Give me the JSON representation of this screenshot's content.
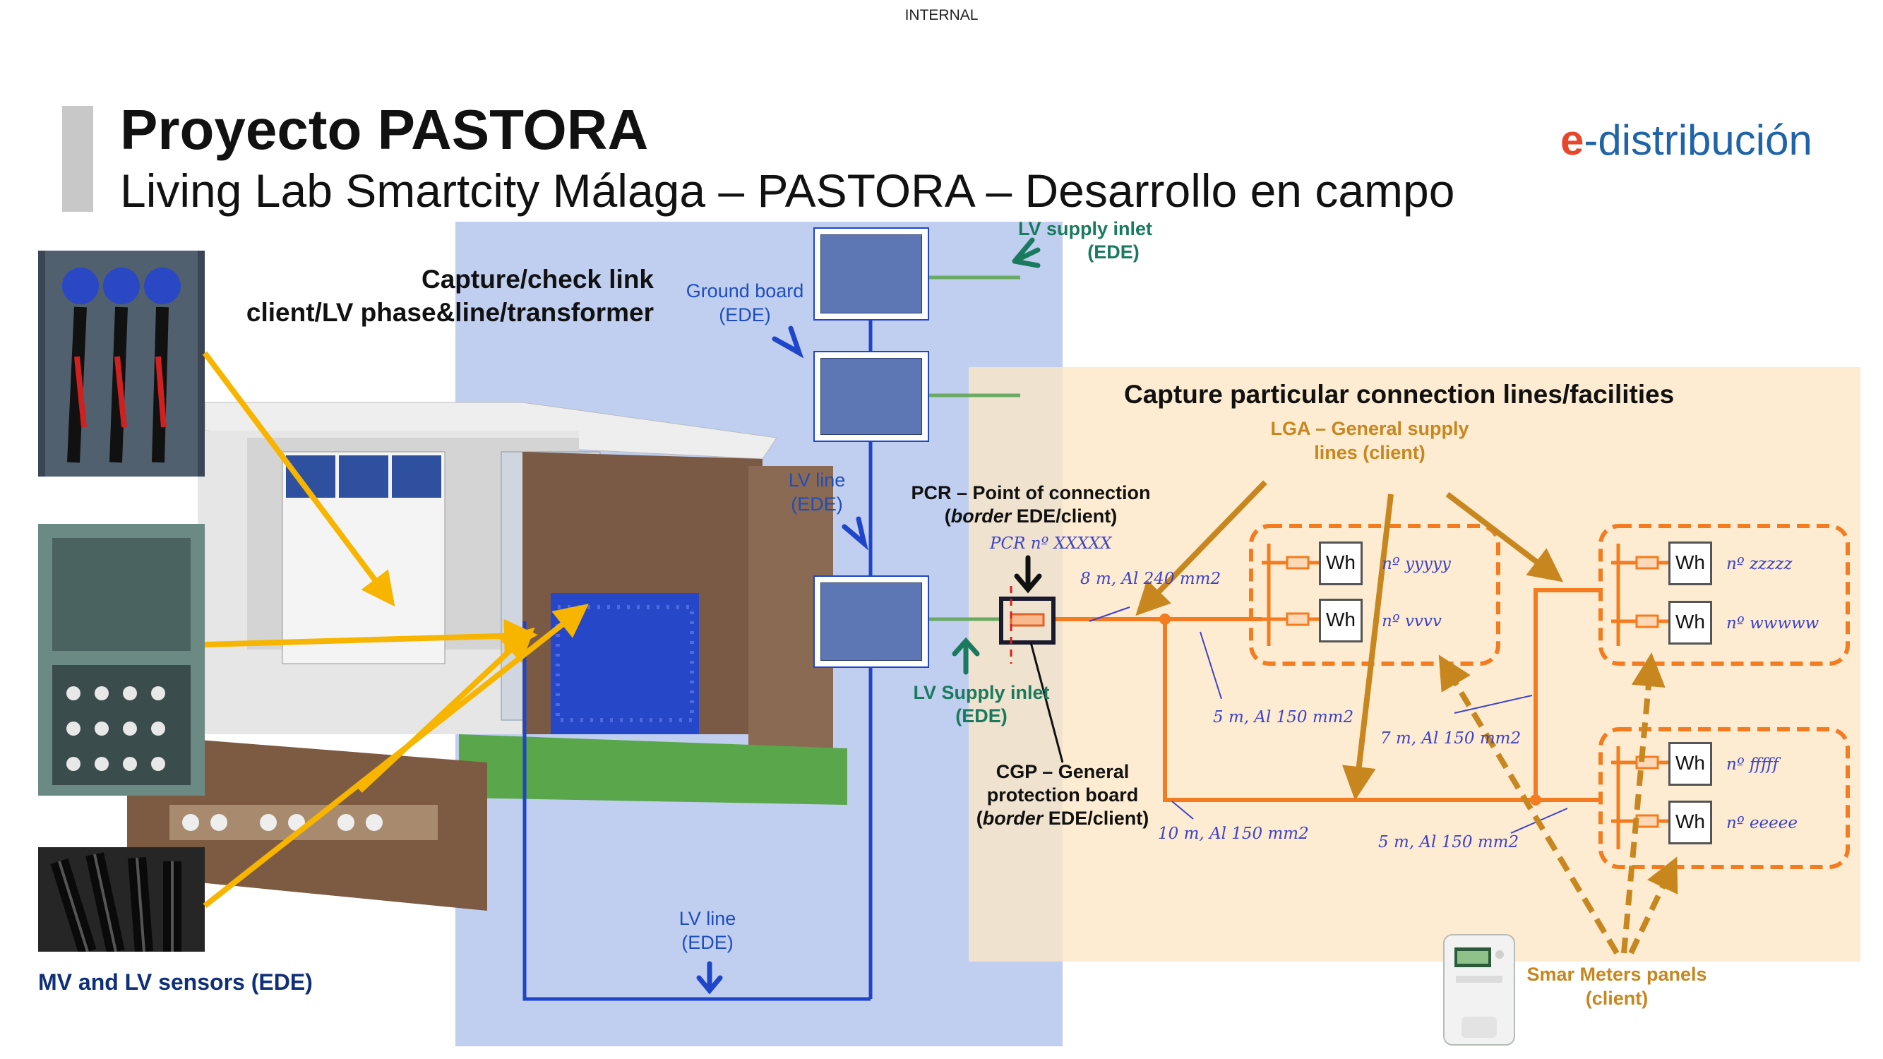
{
  "header": {
    "classification": "INTERNAL",
    "title": "Proyecto PASTORA",
    "subtitle": "Living Lab Smartcity Málaga – PASTORA – Desarrollo en campo"
  },
  "logo": {
    "e": "e",
    "rest": "-distribución",
    "color": "#1f63a8",
    "accent": "#e8452b"
  },
  "left": {
    "capture_title_1": "Capture/check link",
    "capture_title_2": "client/LV phase&line/transformer",
    "sensors_label": "MV and LV sensors (EDE)"
  },
  "network": {
    "ground_board_1": "Ground board",
    "ground_board_2": "(EDE)",
    "lv_line_1": "LV line",
    "lv_line_2": "(EDE)",
    "lv_line_bottom_1": "LV line",
    "lv_line_bottom_2": "(EDE)",
    "supply_inlet_top_1": "LV supply inlet",
    "supply_inlet_top_2": "(EDE)",
    "supply_inlet_mid_1": "LV Supply inlet",
    "supply_inlet_mid_2": "(EDE)"
  },
  "pcr": {
    "line1": "PCR – Point of connection",
    "line2_pre": "(",
    "line2_italic": "border",
    "line2_post": " EDE/client)",
    "handwritten": "PCR nº XXXXX"
  },
  "cgp": {
    "line1": "CGP – General",
    "line2": "protection board",
    "line3_pre": "(",
    "line3_italic": "border",
    "line3_post": " EDE/client)"
  },
  "client": {
    "title": "Capture particular connection lines/facilities",
    "lga_1": "LGA – General supply",
    "lga_2": "lines (client)",
    "meters_1": "Smar Meters panels",
    "meters_2": "(client)"
  },
  "cables": {
    "c1": "8 m, Al 240 mm2",
    "c2": "5 m, Al 150 mm2",
    "c3": "7 m, Al 150 mm2",
    "c4": "10 m, Al 150 mm2",
    "c5": "5 m, Al 150 mm2"
  },
  "meters": [
    {
      "label": "Wh",
      "serial": "nº yyyyy"
    },
    {
      "label": "Wh",
      "serial": "nº vvvv"
    },
    {
      "label": "Wh",
      "serial": "nº zzzzz"
    },
    {
      "label": "Wh",
      "serial": "nº wwwww"
    },
    {
      "label": "Wh",
      "serial": "nº fffff"
    },
    {
      "label": "Wh",
      "serial": "nº eeeee"
    }
  ],
  "colors": {
    "blue_panel": "#c0cff0",
    "client_panel": "#fcefd9",
    "lv_line": "#1f45c9",
    "client_line": "#f47c20",
    "yellow_arrow": "#f7b500",
    "gold_arrow": "#c8861f"
  }
}
